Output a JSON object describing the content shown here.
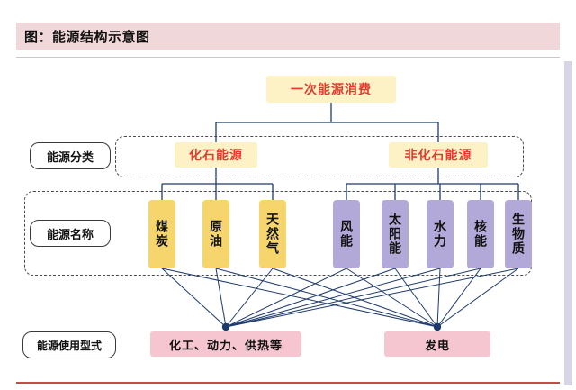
{
  "page": {
    "title": "图：能源结构示意图"
  },
  "diagram": {
    "root": {
      "label": "一次能源消费"
    },
    "row_labels": {
      "classification": "能源分类",
      "name": "能源名称",
      "usage": "能源使用型式"
    },
    "categories": [
      {
        "id": "fossil",
        "label": "化石能源"
      },
      {
        "id": "nonfossil",
        "label": "非化石能源"
      }
    ],
    "energy_names": [
      {
        "id": "coal",
        "label": "煤炭",
        "group": "fossil"
      },
      {
        "id": "crude-oil",
        "label": "原油",
        "group": "fossil"
      },
      {
        "id": "natural-gas",
        "label": "天然气",
        "group": "fossil"
      },
      {
        "id": "wind",
        "label": "风能",
        "group": "nonfossil"
      },
      {
        "id": "solar",
        "label": "太阳能",
        "group": "nonfossil"
      },
      {
        "id": "hydro",
        "label": "水力",
        "group": "nonfossil"
      },
      {
        "id": "nuclear",
        "label": "核能",
        "group": "nonfossil"
      },
      {
        "id": "biomass",
        "label": "生物质",
        "group": "nonfossil"
      }
    ],
    "usages": [
      {
        "id": "chemical",
        "label": "化工、动力、供热等"
      },
      {
        "id": "power",
        "label": "发电"
      }
    ],
    "connections": "every energy name connects to both usage nodes"
  },
  "colors": {
    "strip_pink": "#f0d8da",
    "pale_yellow": "#fcf2c6",
    "gold_yellow": "#f6d66c",
    "lavender": "#b3a9d9",
    "pink_box": "#f5c6cf",
    "red_text": "#e23b2e",
    "line_navy": "#1d3a6b",
    "rule_gray": "#c9c9c9",
    "side_bar": "#d8d6e6",
    "bottom_red": "#c84b4b",
    "border_dark": "#3a3a3a"
  }
}
